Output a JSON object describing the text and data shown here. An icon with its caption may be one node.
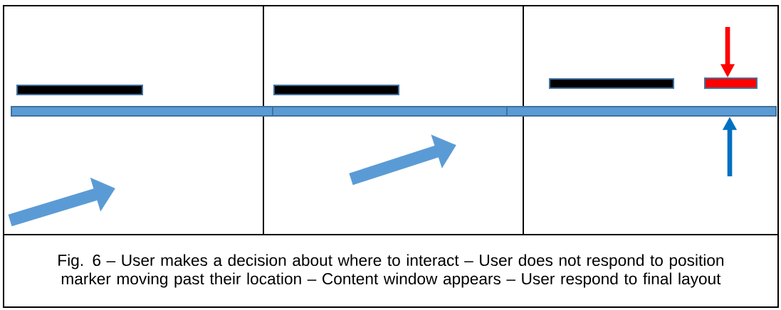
{
  "diagram": {
    "caption": "Fig. 6 – User makes a decision about where to interact – User does not respond to position marker moving past their location – Content window appears – User respond to final layout",
    "nodes": [
      {
        "text": [],
        "shape": "bar"
      },
      {
        "text": [],
        "shape": "bar"
      },
      {
        "text": [],
        "shape": "bar"
      },
      {
        "text": [],
        "shape": "bar"
      },
      {
        "text": [],
        "shape": "bar"
      },
      {
        "text": [],
        "shape": "bar"
      },
      {
        "text": [],
        "shape": "bar"
      }
    ],
    "edges": [
      {
        "from": null,
        "to": 5,
        "arrow": "to",
        "color": "#ff0000"
      },
      {
        "from": null,
        "to": 6,
        "arrow": "to",
        "color": "#0070c0"
      }
    ]
  }
}
